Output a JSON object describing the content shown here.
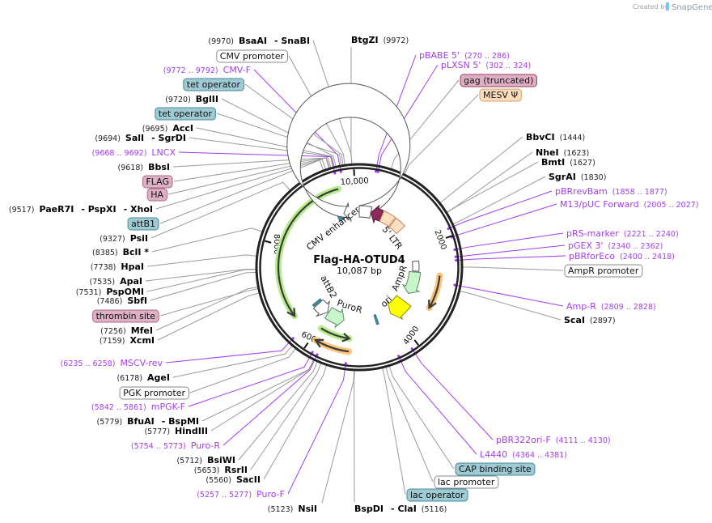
{
  "credit": {
    "prefix": "Created by",
    "brand": "SnapGene"
  },
  "map": {
    "name": "Flag-HA-OTUD4",
    "size": "10,087 bp",
    "total_bp": 10087,
    "ticks": [
      {
        "label": "10,000",
        "bp": 10000
      },
      {
        "label": "2000",
        "bp": 2000
      },
      {
        "label": "4000",
        "bp": 4000
      },
      {
        "label": "6000",
        "bp": 6000
      },
      {
        "label": "8000",
        "bp": 8000
      }
    ],
    "inner_labels": {
      "cmv_enhancer": "CMV enhancer",
      "ltr": "5' LTR",
      "ampr": "AmpR",
      "ori": "ori",
      "puror": "PuroR",
      "attb2": "attB2"
    }
  },
  "colors": {
    "primer": "#a13cf2",
    "leader": "#9a9a9a",
    "ring": "#222222",
    "orf_green": "#b6ec8c",
    "orange": "#fcc57a",
    "ltr": "#fde0c2",
    "maroon": "#8e2a5a",
    "ampr": "#c8f5cc",
    "ori": "#ffff00",
    "teal": "#4a93a6"
  },
  "name_separator": "- ",
  "left_labels": [
    {
      "type": "enzyme",
      "pos": "(9970)",
      "names": [
        "BsaAI",
        "SnaBI"
      ]
    },
    {
      "type": "feature",
      "name": "CMV promoter",
      "fill": "#ffffff",
      "stroke": "#8a8a8a"
    },
    {
      "type": "primer",
      "pos": "(9772 .. 9792)",
      "name": "CMV-F"
    },
    {
      "type": "feature",
      "name": "tet operator",
      "fill": "#9fc9d3",
      "stroke": "#4a8a99"
    },
    {
      "type": "enzyme",
      "pos": "(9720)",
      "names": [
        "BglII"
      ]
    },
    {
      "type": "feature",
      "name": "tet operator",
      "fill": "#9fc9d3",
      "stroke": "#4a8a99"
    },
    {
      "type": "enzyme",
      "pos": "(9695)",
      "names": [
        "AccI"
      ]
    },
    {
      "type": "enzyme",
      "pos": "(9694)",
      "names": [
        "SalI",
        "SgrDI"
      ]
    },
    {
      "type": "primer",
      "pos": "(9668 .. 9692)",
      "name": "LNCX"
    },
    {
      "type": "enzyme",
      "pos": "(9618)",
      "names": [
        "BbsI"
      ]
    },
    {
      "type": "feature",
      "name": "FLAG",
      "fill": "#ddb1c3",
      "stroke": "#a86a86"
    },
    {
      "type": "feature",
      "name": "HA",
      "fill": "#ddb1c3",
      "stroke": "#a86a86"
    },
    {
      "type": "enzyme",
      "pos": "(9517)",
      "names": [
        "PaeR7I",
        "PspXI",
        "XhoI"
      ]
    },
    {
      "type": "feature",
      "name": "attB1",
      "fill": "#9fc9d3",
      "stroke": "#4a8a99"
    },
    {
      "type": "enzyme",
      "pos": "(9327)",
      "names": [
        "PsiI"
      ]
    },
    {
      "type": "enzyme",
      "pos": "(8385)",
      "names": [
        "BclI *"
      ]
    },
    {
      "type": "enzyme",
      "pos": "(7738)",
      "names": [
        "HpaI"
      ]
    },
    {
      "type": "enzyme",
      "pos": "(7535)",
      "names": [
        "ApaI"
      ]
    },
    {
      "type": "enzyme",
      "pos": "(7531)",
      "names": [
        "PspOMI"
      ]
    },
    {
      "type": "enzyme",
      "pos": "(7486)",
      "names": [
        "SbfI"
      ]
    },
    {
      "type": "feature",
      "name": "thrombin site",
      "fill": "#ddb1c3",
      "stroke": "#a86a86"
    },
    {
      "type": "enzyme",
      "pos": "(7256)",
      "names": [
        "MfeI"
      ]
    },
    {
      "type": "enzyme",
      "pos": "(7159)",
      "names": [
        "XcmI"
      ]
    },
    {
      "type": "primer",
      "pos": "(6235 .. 6258)",
      "name": "MSCV-rev"
    },
    {
      "type": "enzyme",
      "pos": "(6178)",
      "names": [
        "AgeI"
      ]
    },
    {
      "type": "feature",
      "name": "PGK promoter",
      "fill": "#ffffff",
      "stroke": "#8a8a8a"
    },
    {
      "type": "primer",
      "pos": "(5842 .. 5861)",
      "name": "mPGK-F"
    },
    {
      "type": "enzyme",
      "pos": "(5779)",
      "names": [
        "BfuAI",
        "BspMI"
      ]
    },
    {
      "type": "enzyme",
      "pos": "(5777)",
      "names": [
        "HindIII"
      ]
    },
    {
      "type": "primer",
      "pos": "(5754 .. 5773)",
      "name": "Puro-R"
    },
    {
      "type": "enzyme",
      "pos": "(5712)",
      "names": [
        "BsiWI"
      ]
    },
    {
      "type": "enzyme",
      "pos": "(5653)",
      "names": [
        "RsrII"
      ]
    },
    {
      "type": "enzyme",
      "pos": "(5560)",
      "names": [
        "SacII"
      ]
    },
    {
      "type": "primer",
      "pos": "(5257 .. 5277)",
      "name": "Puro-F"
    },
    {
      "type": "enzyme",
      "pos": "(5123)",
      "names": [
        "NsiI"
      ]
    }
  ],
  "right_labels": [
    {
      "type": "enzyme",
      "pos": "(9972)",
      "names": [
        "BtgZI"
      ]
    },
    {
      "type": "primer",
      "pos": "(270 .. 286)",
      "name": "pBABE 5'"
    },
    {
      "type": "primer",
      "pos": "(302 .. 324)",
      "name": "pLXSN 5'"
    },
    {
      "type": "feature",
      "name": "gag (truncated)",
      "fill": "#ddb1c3",
      "stroke": "#a3365f"
    },
    {
      "type": "feature",
      "name": "MESV Ψ",
      "fill": "#fddcbd",
      "stroke": "#d9a070"
    },
    {
      "type": "enzyme",
      "pos": "(1444)",
      "names": [
        "BbvCI"
      ]
    },
    {
      "type": "enzyme",
      "pos": "(1623)",
      "names": [
        "NheI"
      ]
    },
    {
      "type": "enzyme",
      "pos": "(1627)",
      "names": [
        "BmtI"
      ]
    },
    {
      "type": "enzyme",
      "pos": "(1830)",
      "names": [
        "SgrAI"
      ]
    },
    {
      "type": "primer",
      "pos": "(1858 .. 1877)",
      "name": "pBRrevBam"
    },
    {
      "type": "primer",
      "pos": "(2005 .. 2027)",
      "name": "M13/pUC Forward"
    },
    {
      "type": "primer",
      "pos": "(2221 .. 2240)",
      "name": "pRS-marker"
    },
    {
      "type": "primer",
      "pos": "(2340 .. 2362)",
      "name": "pGEX 3'"
    },
    {
      "type": "primer",
      "pos": "(2400 .. 2418)",
      "name": "pBRforEco"
    },
    {
      "type": "feature",
      "name": "AmpR promoter",
      "fill": "#ffffff",
      "stroke": "#8a8a8a"
    },
    {
      "type": "primer",
      "pos": "(2809 .. 2828)",
      "name": "Amp-R"
    },
    {
      "type": "enzyme",
      "pos": "(2897)",
      "names": [
        "ScaI"
      ]
    },
    {
      "type": "primer",
      "pos": "(4111 .. 4130)",
      "name": "pBR322ori-F"
    },
    {
      "type": "primer",
      "pos": "(4364 .. 4381)",
      "name": "L4440"
    },
    {
      "type": "feature",
      "name": "CAP binding site",
      "fill": "#9fc9d3",
      "stroke": "#4a8a99"
    },
    {
      "type": "feature",
      "name": "lac promoter",
      "fill": "#ffffff",
      "stroke": "#8a8a8a"
    },
    {
      "type": "feature",
      "name": "lac operator",
      "fill": "#9fc9d3",
      "stroke": "#4a8a99"
    },
    {
      "type": "enzyme",
      "pos": "(5116)",
      "names": [
        "BspDI",
        "ClaI"
      ]
    }
  ]
}
